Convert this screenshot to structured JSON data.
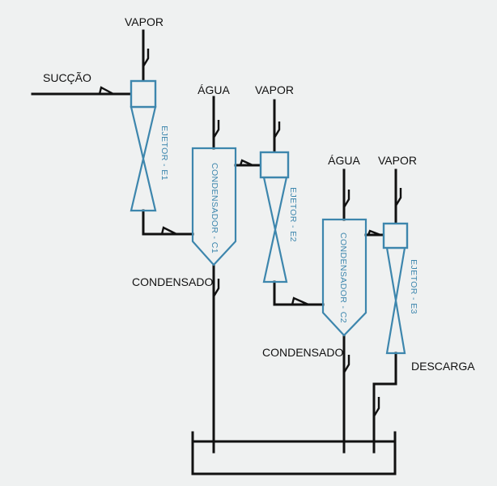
{
  "labels": {
    "vapor_e1": "VAPOR",
    "succao": "SUCÇÃO",
    "agua_c1": "ÁGUA",
    "vapor_e2": "VAPOR",
    "agua_c2": "ÁGUA",
    "vapor_e3": "VAPOR",
    "condensado_c1": "CONDENSADO",
    "condensado_c2": "CONDENSADO",
    "descarga": "DESCARGA"
  },
  "equipment": {
    "ejetor_e1": "EJETOR - E1",
    "condensador_c1": "CONDENSADOR - C1",
    "ejetor_e2": "EJETOR - E2",
    "condensador_c2": "CONDENSADOR - C2",
    "ejetor_e3": "EJETOR - E3"
  },
  "colors": {
    "background": "#eff1f1",
    "pipe": "#111111",
    "equipment": "#3d86ad"
  }
}
